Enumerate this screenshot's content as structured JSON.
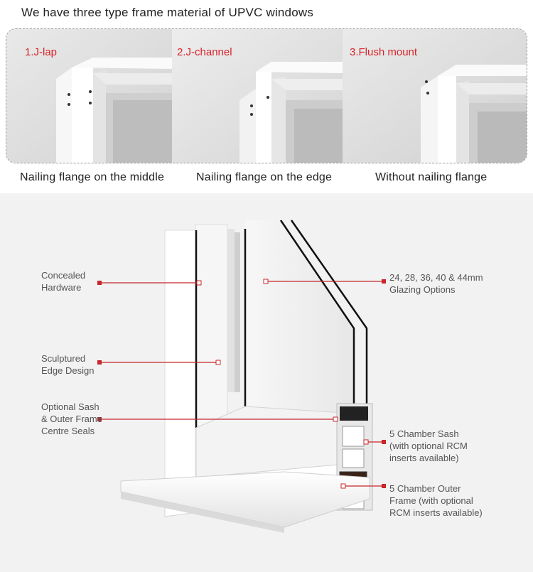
{
  "header": {
    "title": "We have three type frame material of UPVC windows"
  },
  "frames": [
    {
      "label": "1.J-lap",
      "caption": "Nailing flange on the middle"
    },
    {
      "label": "2.J-channel",
      "caption": "Nailing flange on the edge"
    },
    {
      "label": "3.Flush mount",
      "caption": "Without nailing flange"
    }
  ],
  "callouts": {
    "concealed_hardware": [
      "Concealed",
      "Hardware"
    ],
    "sculptured_edge": [
      "Sculptured",
      "Edge Design"
    ],
    "centre_seals": [
      "Optional Sash",
      "& Outer Frame",
      "Centre Seals"
    ],
    "glazing": [
      "24, 28, 36, 40 & 44mm",
      "Glazing Options"
    ],
    "sash": [
      "5 Chamber Sash",
      "(with optional RCM",
      "inserts available)"
    ],
    "outer_frame": [
      "5 Chamber Outer",
      "Frame (with optional",
      "RCM inserts available)"
    ]
  },
  "colors": {
    "accent_red": "#d9232a",
    "callout_line": "#c8262b"
  }
}
